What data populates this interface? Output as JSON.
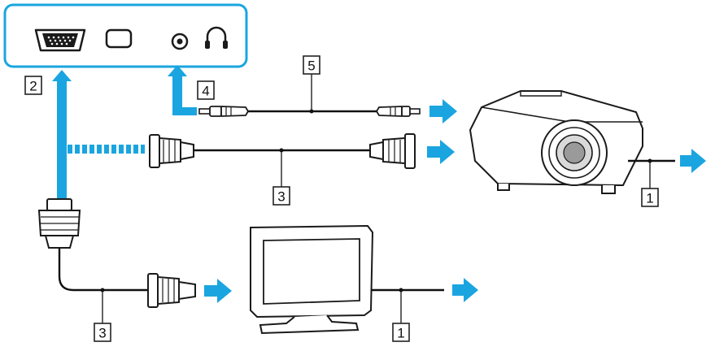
{
  "colors": {
    "accent": "#1aa5e0",
    "line": "#111111"
  },
  "ports": {
    "icons": [
      "vga-port-icon",
      "display-port-icon",
      "audio-jack-icon",
      "headphones-icon"
    ]
  },
  "callouts": {
    "monitor_out": "2",
    "audio_out": "4",
    "audio_cable": "5",
    "vga_cable_projector": "3",
    "power_projector": "1",
    "vga_cable_monitor": "3",
    "power_monitor": "1"
  }
}
